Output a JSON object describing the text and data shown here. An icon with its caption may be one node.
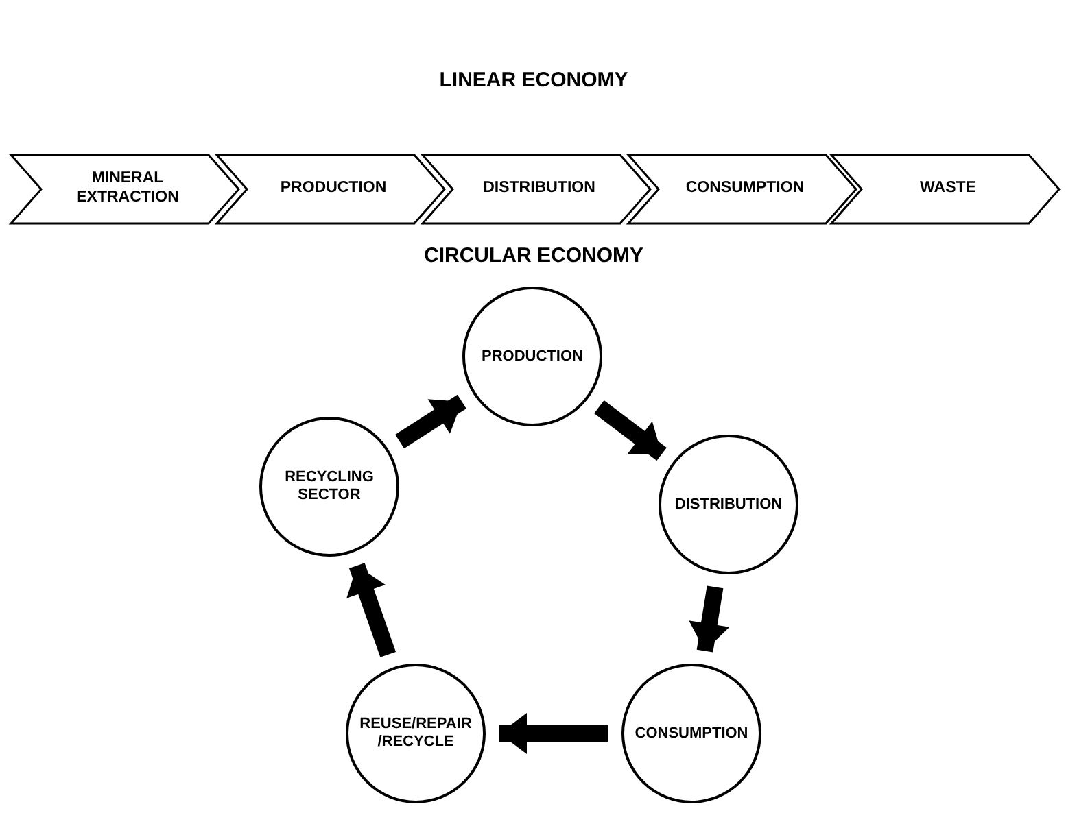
{
  "diagram": {
    "nodes": [
      {
        "text": [
          "MINERAL EXTRACTION"
        ]
      },
      {
        "text": [
          "PRODUCTION"
        ]
      },
      {
        "text": [
          "DISTRIBUTION"
        ]
      },
      {
        "text": [
          "CONSUMPTION"
        ]
      },
      {
        "text": [
          "WASTE"
        ]
      },
      {
        "text": [
          "PRODUCTION"
        ]
      },
      {
        "text": [
          "DISTRIBUTION"
        ]
      },
      {
        "text": [
          "CONSUMPTION"
        ]
      },
      {
        "text": [
          "REUSE/REPAIR /RECYCLE"
        ]
      },
      {
        "text": [
          "RECYCLING SECTOR"
        ]
      }
    ],
    "edges": [
      {
        "from": 5,
        "to": 6,
        "arrow": "to"
      },
      {
        "from": 6,
        "to": 7,
        "arrow": "to"
      },
      {
        "from": 7,
        "to": 8,
        "arrow": "to"
      },
      {
        "from": 8,
        "to": 9,
        "arrow": "to"
      },
      {
        "from": 9,
        "to": 5,
        "arrow": "to"
      }
    ],
    "labels": [
      "LINEAR ECONOMY",
      "CIRCULAR ECONOMY"
    ]
  }
}
